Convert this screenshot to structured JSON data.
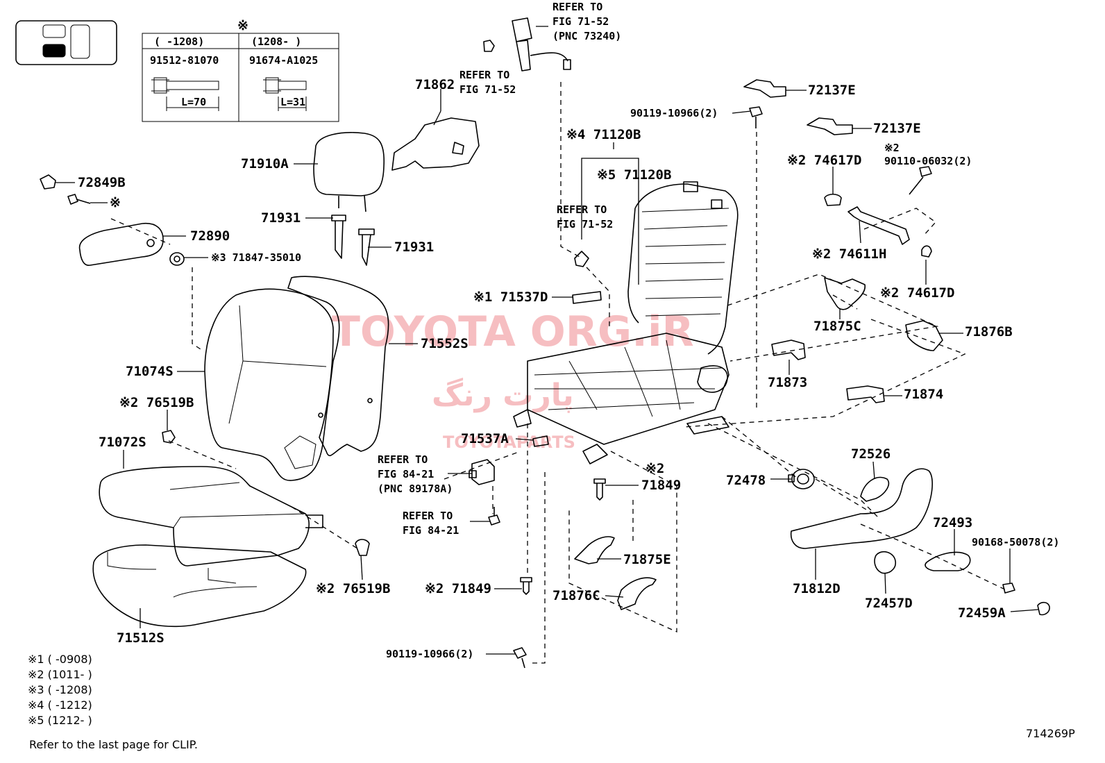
{
  "diagram_id": "714269P",
  "footer_note": "Refer to the last page for CLIP.",
  "legend": {
    "icon": "seat-side-selector-icon",
    "bolt_table": {
      "mark": "※",
      "col1_range": "(    -1208)",
      "col2_range": "(1208-    )",
      "col1_part": "91512-81070",
      "col2_part": "91674-A1025",
      "col1_len": "L=70",
      "col2_len": "L=31"
    },
    "footnotes": [
      "※1 (     -0908)",
      "※2 (1011-     )",
      "※3 (     -1208)",
      "※4 (     -1212)",
      "※5 (1212-     )"
    ]
  },
  "watermark": {
    "brand": "TOYOTA ORG.iR",
    "persian": "پارت رنگ",
    "site": "TOYOTAPARTS"
  },
  "labels": {
    "refer_belt": [
      "REFER TO",
      "FIG 71-52",
      "(PNC 73240)"
    ],
    "refer_71_52_a": [
      "REFER TO",
      "FIG 71-52"
    ],
    "refer_71_52_b": [
      "REFER TO",
      "FIG 71-52"
    ],
    "refer_84_21_pnc": [
      "REFER TO",
      "FIG 84-21",
      "(PNC 89178A)"
    ],
    "refer_84_21": [
      "REFER TO",
      "FIG 84-21"
    ],
    "p71862": "71862",
    "p71910A": "71910A",
    "p71931a": "71931",
    "p71931b": "71931",
    "p72849B": "72849B",
    "p72849B_mark": "※",
    "p72890": "72890",
    "p71847": "※3 71847-35010",
    "p71074S": "71074S",
    "p71552S": "71552S",
    "p76519B_top": "※2 76519B",
    "p71072S": "71072S",
    "p76519B_bot": "※2 76519B",
    "p71512S": "71512S",
    "p71120B_4": "※4 71120B",
    "p71120B_5": "※5 71120B",
    "p71537D": "※1 71537D",
    "p71537A": "71537A",
    "p71849_mark": "※2",
    "p71849a": "71849",
    "p71849b": "※2 71849",
    "p90119_top": "90119-10966(2)",
    "p90119_bot": "90119-10966(2)",
    "p72137E_a": "72137E",
    "p72137E_b": "72137E",
    "p74617D_a": "※2 74617D",
    "p90110_mark": "※2",
    "p90110": "90110-06032(2)",
    "p74611H": "※2 74611H",
    "p74617D_b": "※2 74617D",
    "p71875C": "71875C",
    "p71876B": "71876B",
    "p71873": "71873",
    "p71874": "71874",
    "p72526": "72526",
    "p72478": "72478",
    "p72493": "72493",
    "p90168": "90168-50078(2)",
    "p71812D": "71812D",
    "p72457D": "72457D",
    "p72459A": "72459A",
    "p71875E": "71875E",
    "p71876C": "71876C"
  }
}
